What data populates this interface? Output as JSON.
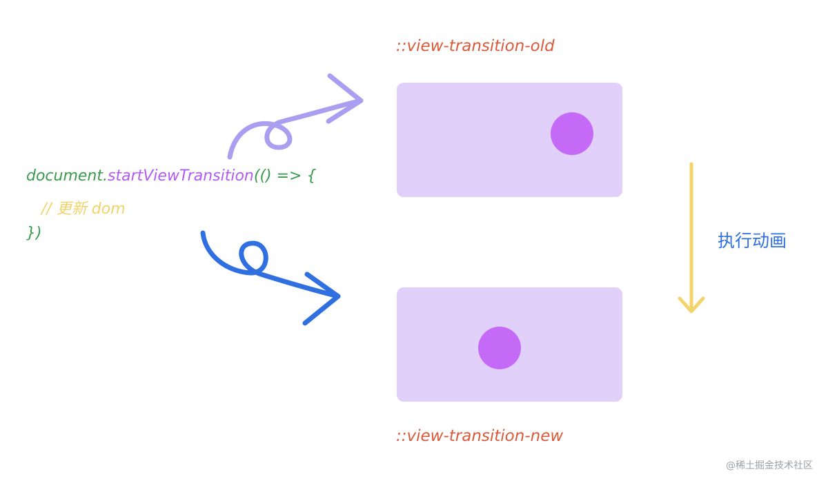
{
  "labels": {
    "old": "::view-transition-old",
    "new": "::view-transition-new"
  },
  "code": {
    "object": "document",
    "dot": ".",
    "method": "startViewTransition",
    "args": "(() => {",
    "comment": "// 更新 dom",
    "close": "})"
  },
  "action": "执行动画",
  "watermark": "@稀土掘金技术社区",
  "colors": {
    "label": "#d95a3a",
    "panel": "#e1d0fa",
    "dot": "#c56af7",
    "code_green": "#3a9a4e",
    "code_purple": "#b15bf0",
    "comment": "#f1d36a",
    "arrow_purple": "#a99ef0",
    "arrow_blue": "#2f6fe0",
    "arrow_yellow": "#f3d36b",
    "action_text": "#2f6fe0"
  }
}
